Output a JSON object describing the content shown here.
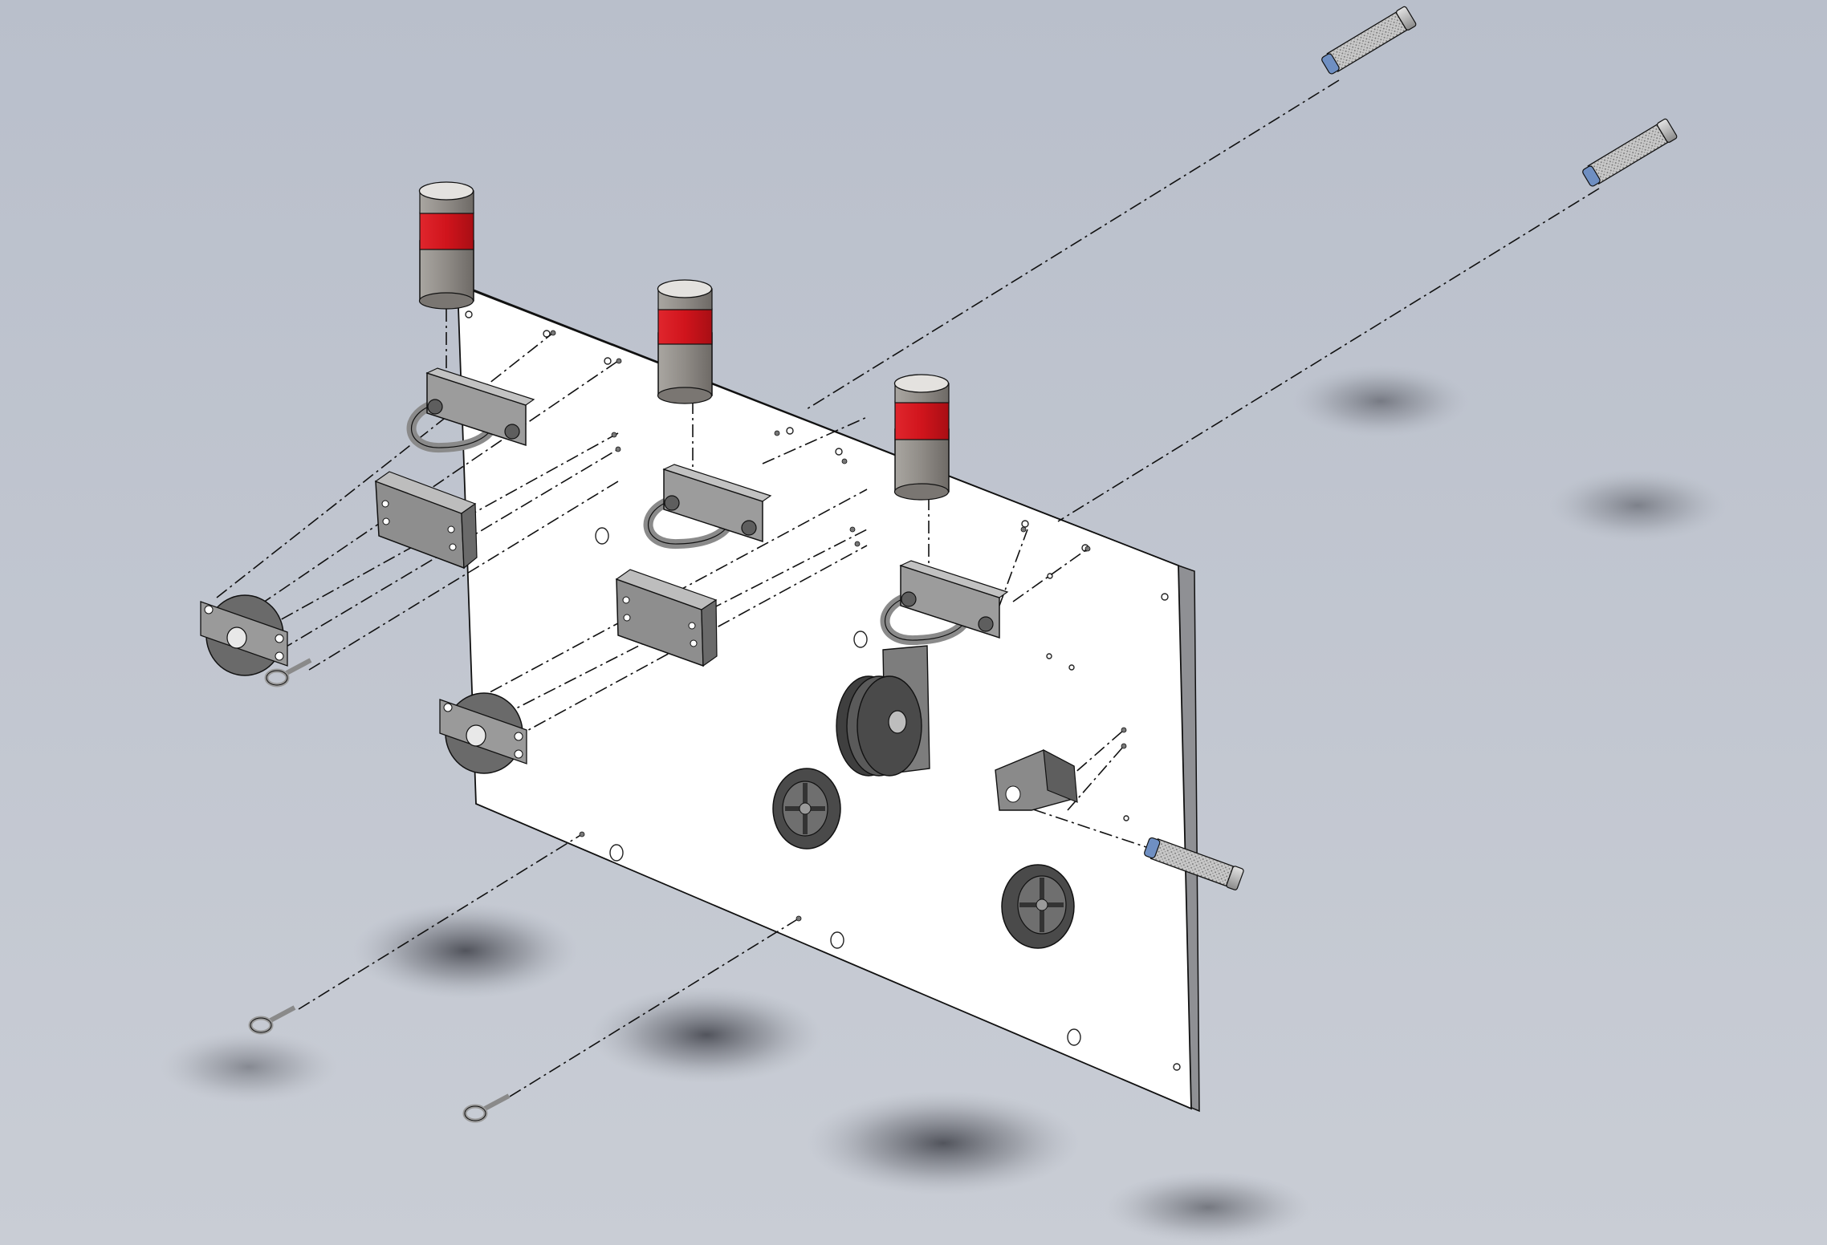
{
  "view": {
    "type": "cad-exploded-assembly",
    "colors": {
      "background_top": "#b9bfcb",
      "background_bottom": "#c9cdd5",
      "plate": "#ffffff",
      "part_metal": "#8c8c8c",
      "part_dark": "#4a4a4a",
      "beacon_red": "#d0141c",
      "beacon_grey": "#8f8b86",
      "sensor_tip": "#6f8fc2",
      "sensor_body": "#cfcfcf",
      "shadow": "#3d3f47"
    }
  },
  "parts": {
    "backplate": {
      "name": "backplate",
      "icon": "panel-plate-icon"
    },
    "beacons": {
      "count": 3,
      "icon": "stack-light-icon"
    },
    "u_bolt_clamps": {
      "count": 3,
      "icon": "u-bolt-icon"
    },
    "spacer_blocks": {
      "count": 2,
      "icon": "spacer-block-icon"
    },
    "flange_pulleys": {
      "count": 2,
      "icon": "pulley-block-icon"
    },
    "triple_pulley": {
      "count": 1,
      "icon": "triple-sheave-icon"
    },
    "wheels": {
      "count": 2,
      "icon": "grooved-wheel-icon"
    },
    "angle_bracket": {
      "count": 1,
      "icon": "angle-bracket-icon"
    },
    "proximity_sensors": {
      "count": 3,
      "icon": "sensor-icon"
    },
    "eye_bolts": {
      "count": 3,
      "icon": "eye-bolt-icon"
    }
  }
}
